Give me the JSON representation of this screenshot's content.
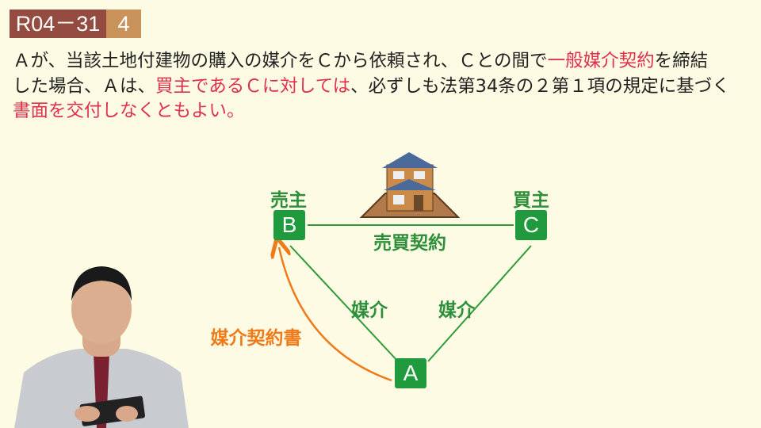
{
  "header": {
    "question_id": "R04－31",
    "choice_number": "4"
  },
  "question": {
    "line1": [
      {
        "text": "Ａが、当該土地付建物の購入の媒介をＣから依頼され、Ｃとの間で",
        "red": false
      },
      {
        "text": "一般媒介契約",
        "red": true
      },
      {
        "text": "を締結",
        "red": false
      }
    ],
    "line2": [
      {
        "text": "した場合、Ａは、",
        "red": false
      },
      {
        "text": "買主であるＣに対しては",
        "red": true
      },
      {
        "text": "、必ずしも法第34条の２第１項の規定に基づく",
        "red": false
      }
    ],
    "line3": [
      {
        "text": "書面を交付しなくともよい。",
        "red": true
      }
    ]
  },
  "diagram": {
    "seller_label": "売主",
    "buyer_label": "買主",
    "node_b": "B",
    "node_c": "C",
    "node_a": "A",
    "sale_contract_label": "売買契約",
    "brokerage_left_label": "媒介",
    "brokerage_right_label": "媒介",
    "brokerage_contract_doc_label": "媒介契約書",
    "colors": {
      "green": "#1f9a3c",
      "orange": "#f07a18",
      "red": "#e0304c"
    }
  }
}
